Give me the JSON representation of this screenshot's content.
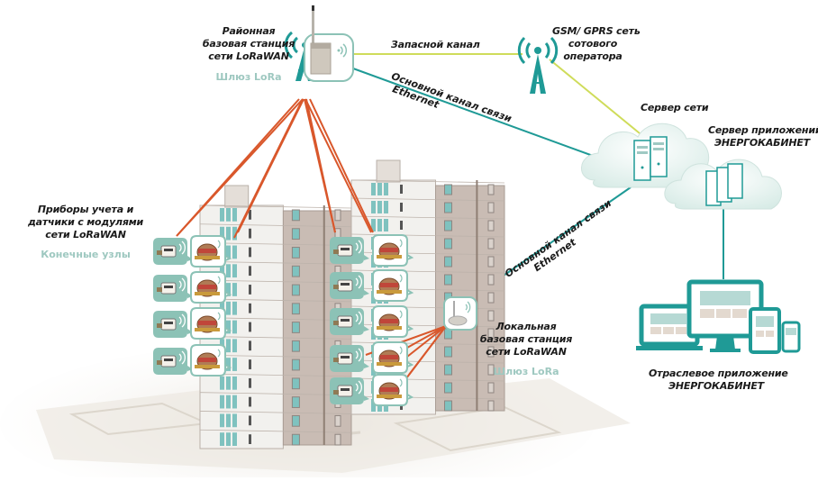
{
  "title": "Схема сети LoRaWAN ЭНЕРГОКАБИНЕТ",
  "colors": {
    "teal": "#1f9a96",
    "lime": "#cfdc5a",
    "orange": "#d9572b",
    "node_bg": "#8cc2b6",
    "cloud": "#e9f4f1",
    "label_sub": "#9ec8c0",
    "ground": "#ebe7df",
    "building_light": "#f2f1ee",
    "building_shade": "#c9bcb4",
    "glass": "#7fc2bf"
  },
  "district_station": {
    "lines": [
      "Районная",
      "базовая станция",
      "сети LoRaWAN"
    ],
    "sublabel": "Шлюз LoRa",
    "icon": "gateway-icon"
  },
  "gsm": {
    "lines": [
      "GSM/ GPRS сеть",
      "сотового",
      "оператора"
    ],
    "icon": "cell-tower-icon"
  },
  "links": {
    "backup": "Запасной канал",
    "main_top": [
      "Основной канал связи",
      "Ethernet"
    ],
    "main_right": [
      "Основной канал связи",
      "Ethernet"
    ]
  },
  "network_server": {
    "label": "Сервер сети",
    "icon": "server-icon"
  },
  "app_server": {
    "lines": [
      "Сервер приложений",
      "ЭНЕРГОКАБИНЕТ"
    ],
    "icon": "server-rack-icon"
  },
  "end_nodes": {
    "lines": [
      "Приборы учета и",
      "датчики с модулями",
      "сети LoRaWAN"
    ],
    "sublabel": "Конечные узлы"
  },
  "local_station": {
    "lines": [
      "Локальная",
      "базовая станция",
      "сети LoRaWAN"
    ],
    "sublabel": "Шлюз LoRa"
  },
  "industry_app": {
    "lines": [
      "Отраслевое приложение",
      "ЭНЕРГОКАБИНЕТ"
    ],
    "devices": [
      "laptop",
      "desktop",
      "tablet",
      "phone"
    ]
  },
  "buildings": [
    {
      "name": "building-left",
      "floors": 13,
      "heat_meters": 4,
      "water_meters": 4
    },
    {
      "name": "building-right",
      "floors": 13,
      "heat_meters": 5,
      "water_meters": 5
    }
  ]
}
